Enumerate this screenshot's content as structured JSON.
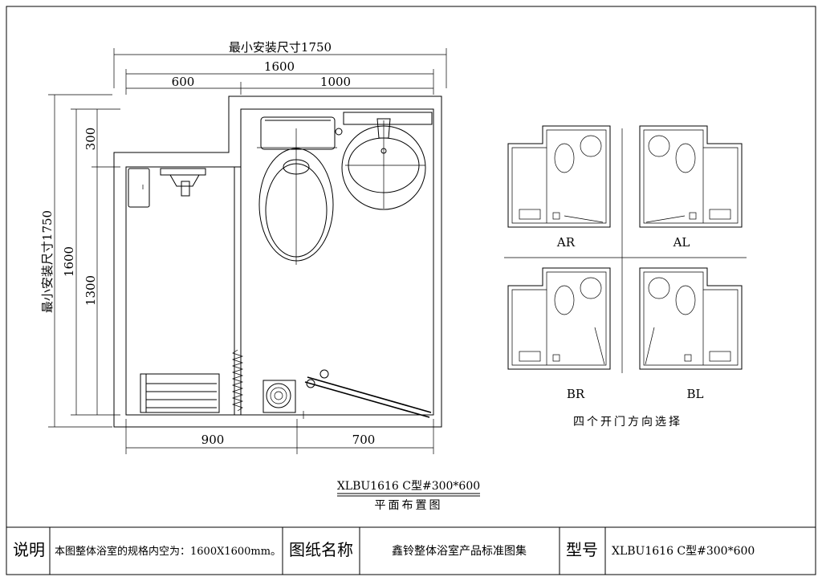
{
  "plan": {
    "top_dims": {
      "overall": "最小安装尺寸1750",
      "width": "1600",
      "left": "600",
      "right": "1000"
    },
    "side_dims": {
      "overall": "最小安装尺寸1750",
      "height": "1600",
      "top": "300",
      "bottom": "1300"
    },
    "bottom_dims": {
      "left": "900",
      "right": "700"
    }
  },
  "variants": {
    "labels": [
      "AR",
      "AL",
      "BR",
      "BL"
    ],
    "caption": "四个开门方向选择"
  },
  "title_block": {
    "model": "XLBU1616 C型#300*600",
    "name": "平面布置图"
  },
  "footer": {
    "desc_label": "说明",
    "desc_text": "本图整体浴室的规格内空为：1600X1600mm。",
    "drawing_name_label": "图纸名称",
    "drawing_name": "鑫铃整体浴室产品标准图集",
    "model_label": "型号",
    "model_value": "XLBU1616 C型#300*600"
  }
}
